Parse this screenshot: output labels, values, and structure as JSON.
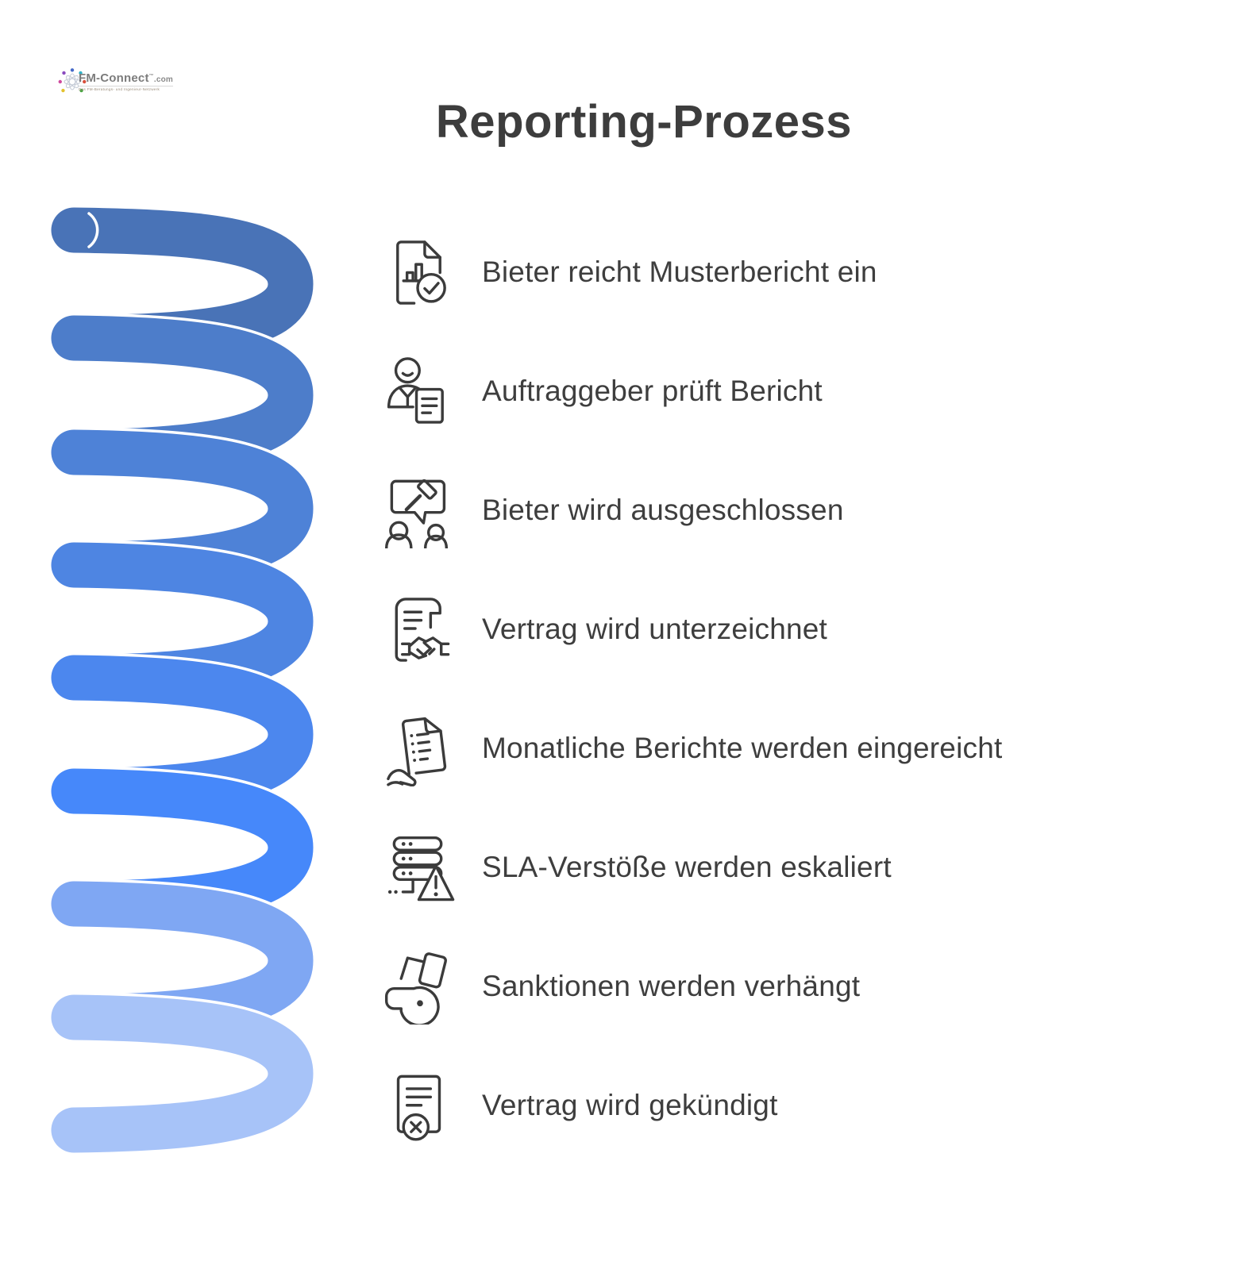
{
  "page": {
    "title": "Reporting-Prozess"
  },
  "logo": {
    "name": "FM-Connect",
    "tm": "™",
    "domain": ".com",
    "tagline": "Das FM-Beratungs- und Ingenieur-Netzwerk"
  },
  "steps": [
    {
      "label": "Bieter reicht Musterbericht ein",
      "icon": "report-check-icon"
    },
    {
      "label": "Auftraggeber prüft Bericht",
      "icon": "reviewer-person-icon"
    },
    {
      "label": "Bieter wird ausgeschlossen",
      "icon": "exclusion-gavel-icon"
    },
    {
      "label": "Vertrag wird unterzeichnet",
      "icon": "contract-handshake-icon"
    },
    {
      "label": "Monatliche Berichte werden eingereicht",
      "icon": "monthly-report-hand-icon"
    },
    {
      "label": "SLA-Verstöße werden eskaliert",
      "icon": "server-warning-icon"
    },
    {
      "label": "Sanktionen werden verhängt",
      "icon": "whistle-cards-icon"
    },
    {
      "label": "Vertrag wird gekündigt",
      "icon": "contract-terminated-icon"
    }
  ],
  "spiral": {
    "turn_colors": [
      "#4973b7",
      "#4d7dca",
      "#4e82d7",
      "#4e85e2",
      "#4c87ee",
      "#4688fa",
      "#7fa7f3",
      "#a7c3f8"
    ],
    "separator_color": "#ffffff"
  },
  "colors": {
    "title_text": "#3d3d3d",
    "step_text": "#3e3e3e",
    "icon_stroke": "#3b3b3b",
    "background": "#ffffff"
  }
}
